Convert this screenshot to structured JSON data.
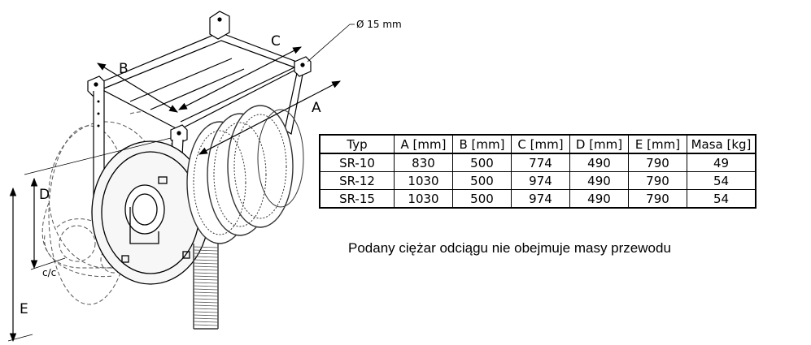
{
  "drawing": {
    "hole_label": "Ø 15 mm",
    "dims": {
      "a": "A",
      "b": "B",
      "c": "C",
      "d": "D",
      "e": "E",
      "cc": "c/c"
    }
  },
  "table": {
    "headers": [
      "Typ",
      "A [mm]",
      "B [mm]",
      "C [mm]",
      "D  [mm]",
      "E [mm]",
      "Masa [kg]"
    ],
    "rows": [
      [
        "SR-10",
        "830",
        "500",
        "774",
        "490",
        "790",
        "49"
      ],
      [
        "SR-12",
        "1030",
        "500",
        "974",
        "490",
        "790",
        "54"
      ],
      [
        "SR-15",
        "1030",
        "500",
        "974",
        "490",
        "790",
        "54"
      ]
    ]
  },
  "note": "Podany ciężar odciągu nie obejmuje masy przewodu"
}
